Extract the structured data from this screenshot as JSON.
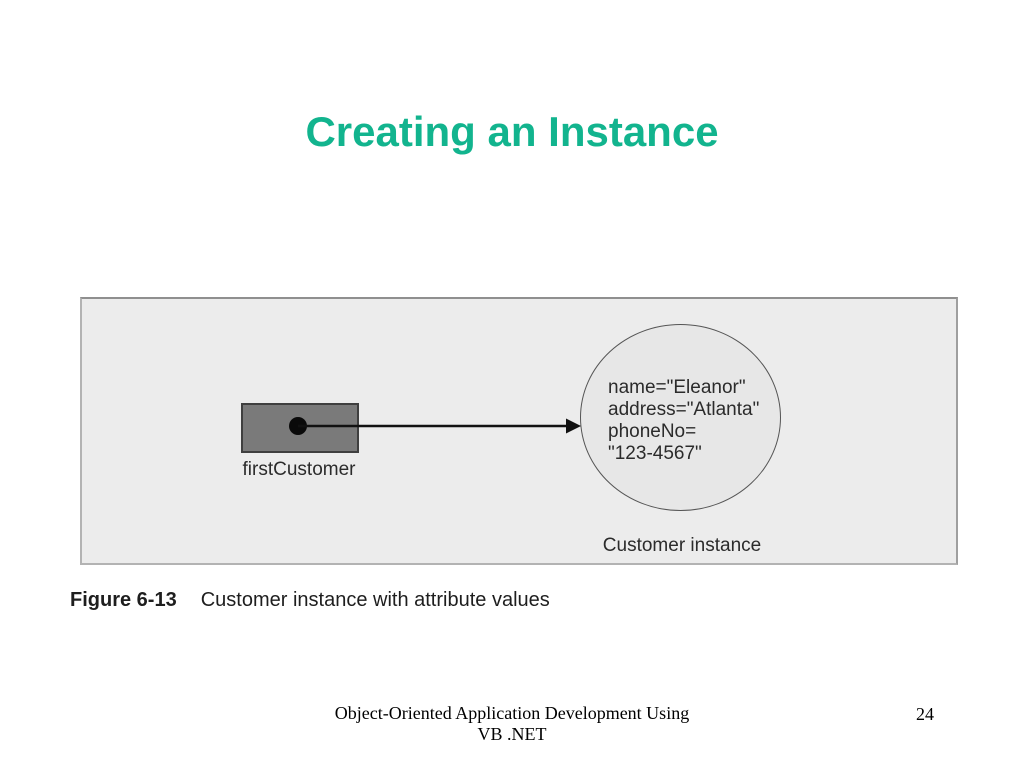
{
  "slide": {
    "title": "Creating an Instance"
  },
  "figure": {
    "object_box_label": "firstCustomer",
    "instance_lines": [
      "name=\"Eleanor\"",
      "address=\"Atlanta\"",
      "phoneNo=",
      "\"123-4567\""
    ],
    "instance_label": "Customer instance",
    "caption": {
      "label": "Figure 6-13",
      "text": "Customer instance with attribute values"
    }
  },
  "footer": {
    "line1": "Object-Oriented Application Development Using",
    "line2": "VB .NET",
    "page_number": "24"
  },
  "colors": {
    "title_accent": "#12b48e",
    "panel_background": "#ececec",
    "object_box_fill": "#7a7a7a",
    "instance_circle_fill": "#e7e7e7"
  }
}
